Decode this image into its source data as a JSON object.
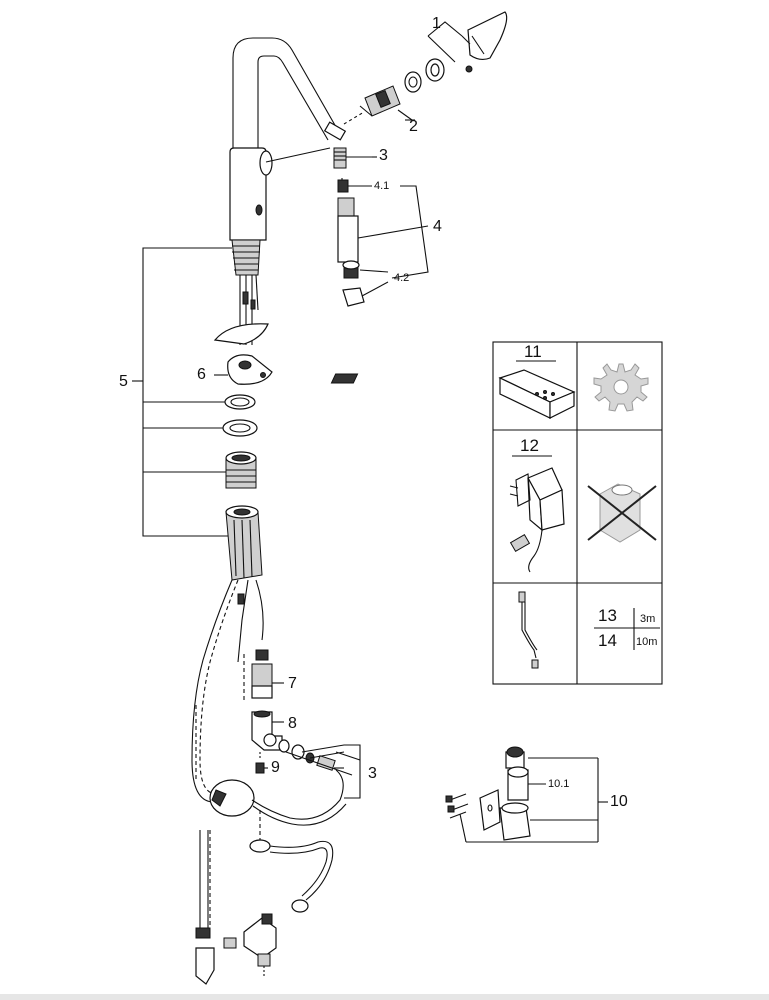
{
  "callouts": {
    "c1": "1",
    "c2": "2",
    "c3a": "3",
    "c3b": "3",
    "c4": "4",
    "c4_1": "4.1",
    "c4_2": "4.2",
    "c5": "5",
    "c6": "6",
    "c7": "7",
    "c8": "8",
    "c9": "9",
    "c10": "10",
    "c10_1": "10.1"
  },
  "accessory_table": {
    "row1_number": "11",
    "row2_number": "12",
    "row3_top_number": "13",
    "row3_top_length": "3m",
    "row3_bottom_number": "14",
    "row3_bottom_length": "10m"
  },
  "icons": {
    "accessory_11": "sensor-remote-icon",
    "setting_gear": "gear-icon",
    "accessory_12": "power-adapter-icon",
    "not_included": "crossed-out-holder-icon",
    "cable": "cable-icon"
  }
}
